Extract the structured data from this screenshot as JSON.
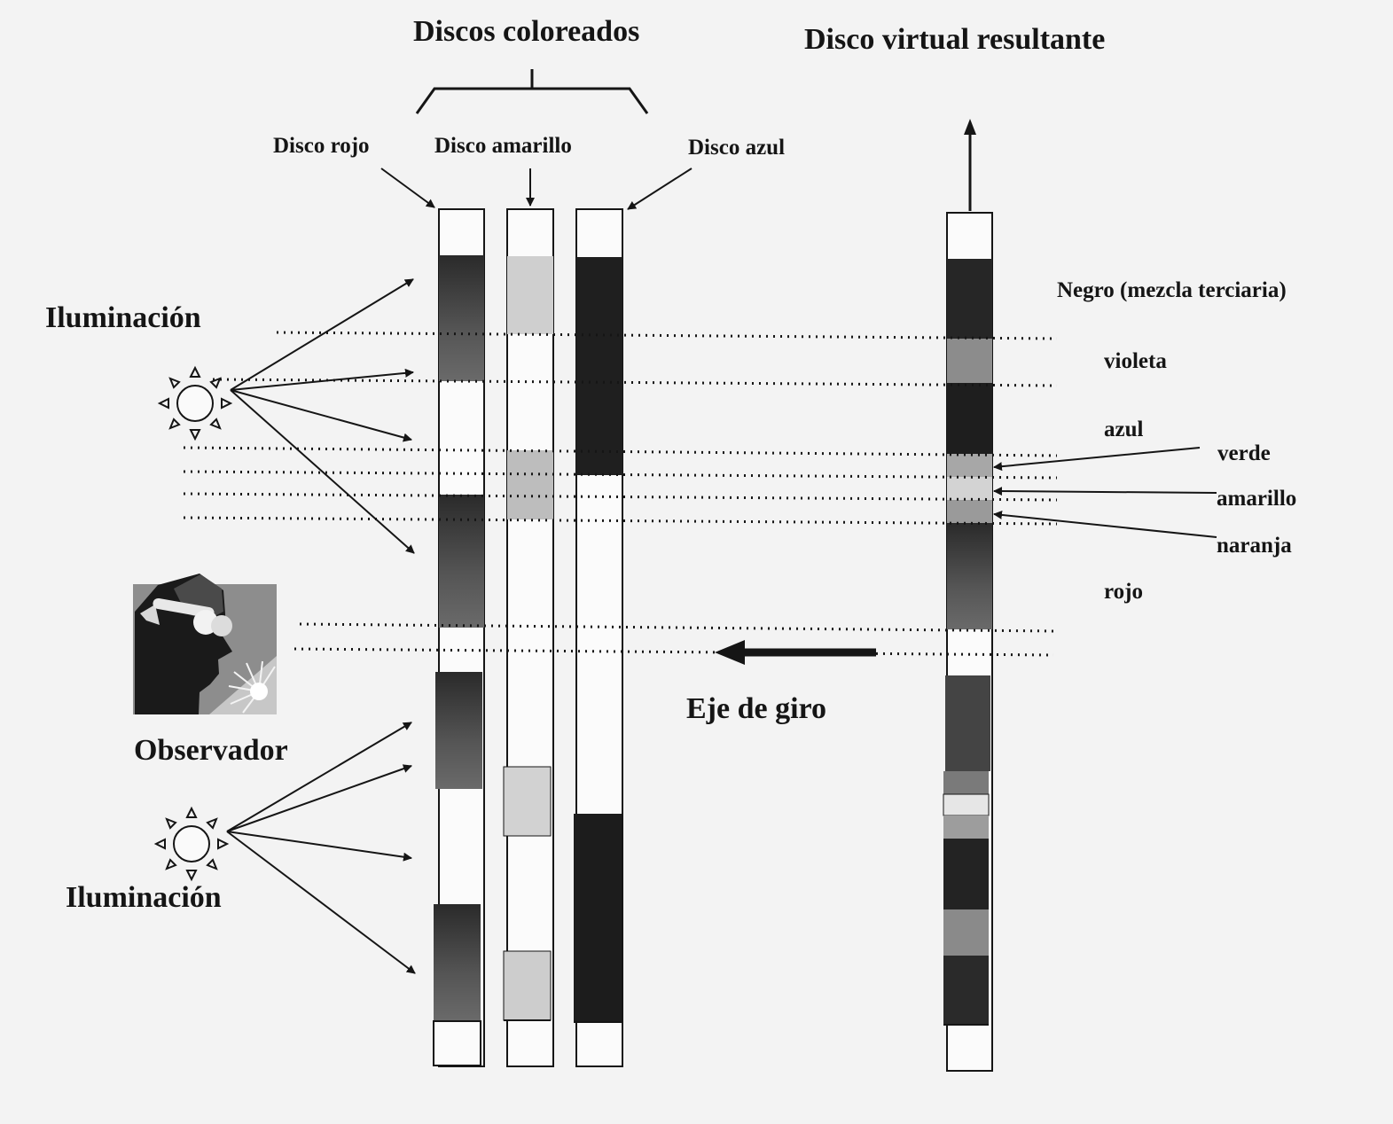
{
  "header": {
    "discs_title": "Discos coloreados",
    "virtual_title": "Disco virtual resultante"
  },
  "discs": [
    {
      "label": "Disco rojo",
      "color": "#2f2f2f"
    },
    {
      "label": "Disco amarillo",
      "color": "#c6c6c6"
    },
    {
      "label": "Disco azul",
      "color": "#1e1e1e"
    }
  ],
  "left": {
    "illumination_top": "Iluminación",
    "illumination_bottom": "Iluminación",
    "observer": "Observador"
  },
  "axis_label": "Eje de giro",
  "virtual_labels": {
    "negro": "Negro (mezcla terciaria)",
    "violeta": "violeta",
    "azul": "azul",
    "verde": "verde",
    "amarillo": "amarillo",
    "naranja": "naranja",
    "rojo": "rojo"
  },
  "colors": {
    "background": "#f3f3f3",
    "ink": "#151515",
    "dark_band": "#2b2b2b",
    "light_band": "#cfcfcf",
    "mid_band": "#8a8a8a"
  },
  "icons": [
    "sun-icon",
    "observer-head-icon",
    "arrow-icon"
  ]
}
